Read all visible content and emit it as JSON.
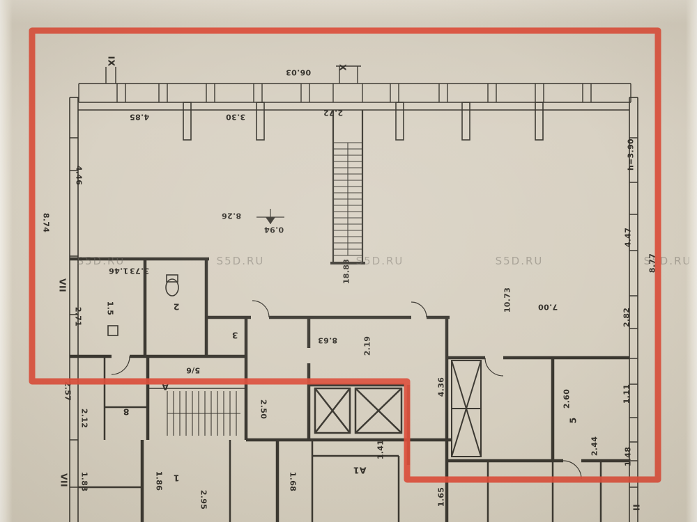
{
  "watermark": "S5D.RU",
  "colors": {
    "paper": "#d7d0c1",
    "ink": "#3a3730",
    "highlight": "#dc4f3b",
    "watermark_color": "#706c64"
  },
  "labels": [
    {
      "text": "IX"
    },
    {
      "text": "X"
    },
    {
      "text": "06.03"
    },
    {
      "text": "4.85"
    },
    {
      "text": "3.30"
    },
    {
      "text": "2.72"
    },
    {
      "text": "h=3.90"
    },
    {
      "text": "4.46"
    },
    {
      "text": "8.74"
    },
    {
      "text": "8.26"
    },
    {
      "text": "0.94"
    },
    {
      "text": "18.83"
    },
    {
      "text": "4.47"
    },
    {
      "text": "8.77"
    },
    {
      "text": "10.73"
    },
    {
      "text": "7.00"
    },
    {
      "text": "2.82"
    },
    {
      "text": "2.71"
    },
    {
      "text": "1.5"
    },
    {
      "text": "1.46"
    },
    {
      "text": "3.73"
    },
    {
      "text": "2"
    },
    {
      "text": "3"
    },
    {
      "text": "VII"
    },
    {
      "text": "8.63"
    },
    {
      "text": "2.19"
    },
    {
      "text": "4.36"
    },
    {
      "text": "2.50"
    },
    {
      "text": "5/6"
    },
    {
      "text": "A"
    },
    {
      "text": "8"
    },
    {
      "text": "2.57"
    },
    {
      "text": "2.12"
    },
    {
      "text": "VII"
    },
    {
      "text": "1.88"
    },
    {
      "text": "1.86"
    },
    {
      "text": "1"
    },
    {
      "text": "2.95"
    },
    {
      "text": "1.68"
    },
    {
      "text": "A1"
    },
    {
      "text": "1.41"
    },
    {
      "text": "1.65"
    },
    {
      "text": "2.44"
    },
    {
      "text": "2.60"
    },
    {
      "text": "5"
    },
    {
      "text": "1.11"
    },
    {
      "text": "1.48"
    },
    {
      "text": "II"
    }
  ]
}
